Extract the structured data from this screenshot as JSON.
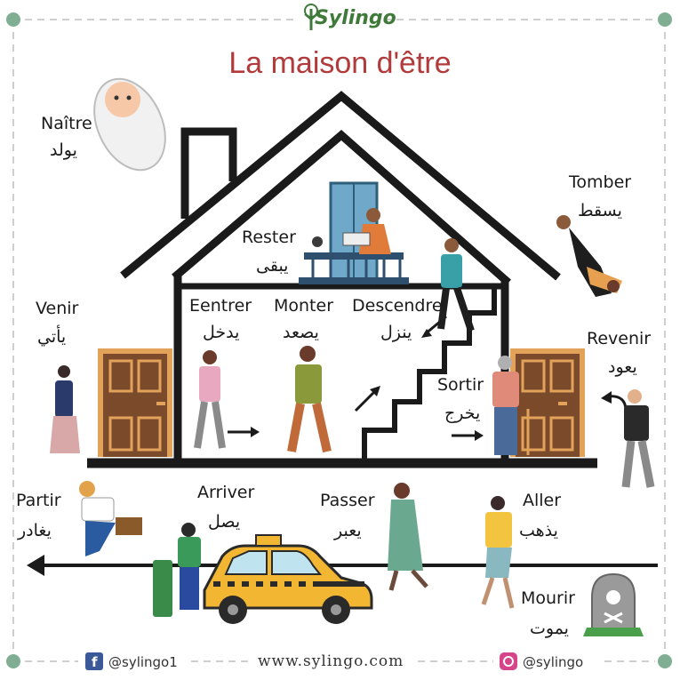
{
  "brand": {
    "name": "Sylingo"
  },
  "title": "La maison d'être",
  "verbs": {
    "naitre": {
      "fr": "Naître",
      "ar": "يولد"
    },
    "tomber": {
      "fr": "Tomber",
      "ar": "يسقط"
    },
    "rester": {
      "fr": "Rester",
      "ar": "يبقى"
    },
    "venir": {
      "fr": "Venir",
      "ar": "يأتي"
    },
    "entrer": {
      "fr": "Eentrer",
      "ar": "يدخل"
    },
    "monter": {
      "fr": "Monter",
      "ar": "يصعد"
    },
    "descendre": {
      "fr": "Descendre",
      "ar": "ينزل"
    },
    "revenir": {
      "fr": "Revenir",
      "ar": "يعود"
    },
    "sortir": {
      "fr": "Sortir",
      "ar": "يخرج"
    },
    "partir": {
      "fr": "Partir",
      "ar": "يغادر"
    },
    "arriver": {
      "fr": "Arriver",
      "ar": "يصل"
    },
    "passer": {
      "fr": "Passer",
      "ar": "يعبر"
    },
    "aller": {
      "fr": "Aller",
      "ar": "يذهب"
    },
    "mourir": {
      "fr": "Mourir",
      "ar": "يموت"
    }
  },
  "footer": {
    "facebook": "@sylingo1",
    "website": "www.sylingo.com",
    "instagram": "@sylingo"
  },
  "colors": {
    "title": "#b23a3a",
    "brand": "#3f7a3a",
    "door": "#7a4a2a",
    "door_frame": "#e2a25a",
    "taxi": "#f2b632",
    "accent_dots": "#7fae93"
  },
  "icons": [
    "baby-icon",
    "falling-person-icon",
    "reading-woman-icon",
    "taxi-icon",
    "gravestone-icon",
    "facebook-icon",
    "instagram-icon",
    "tree-logo-icon"
  ]
}
